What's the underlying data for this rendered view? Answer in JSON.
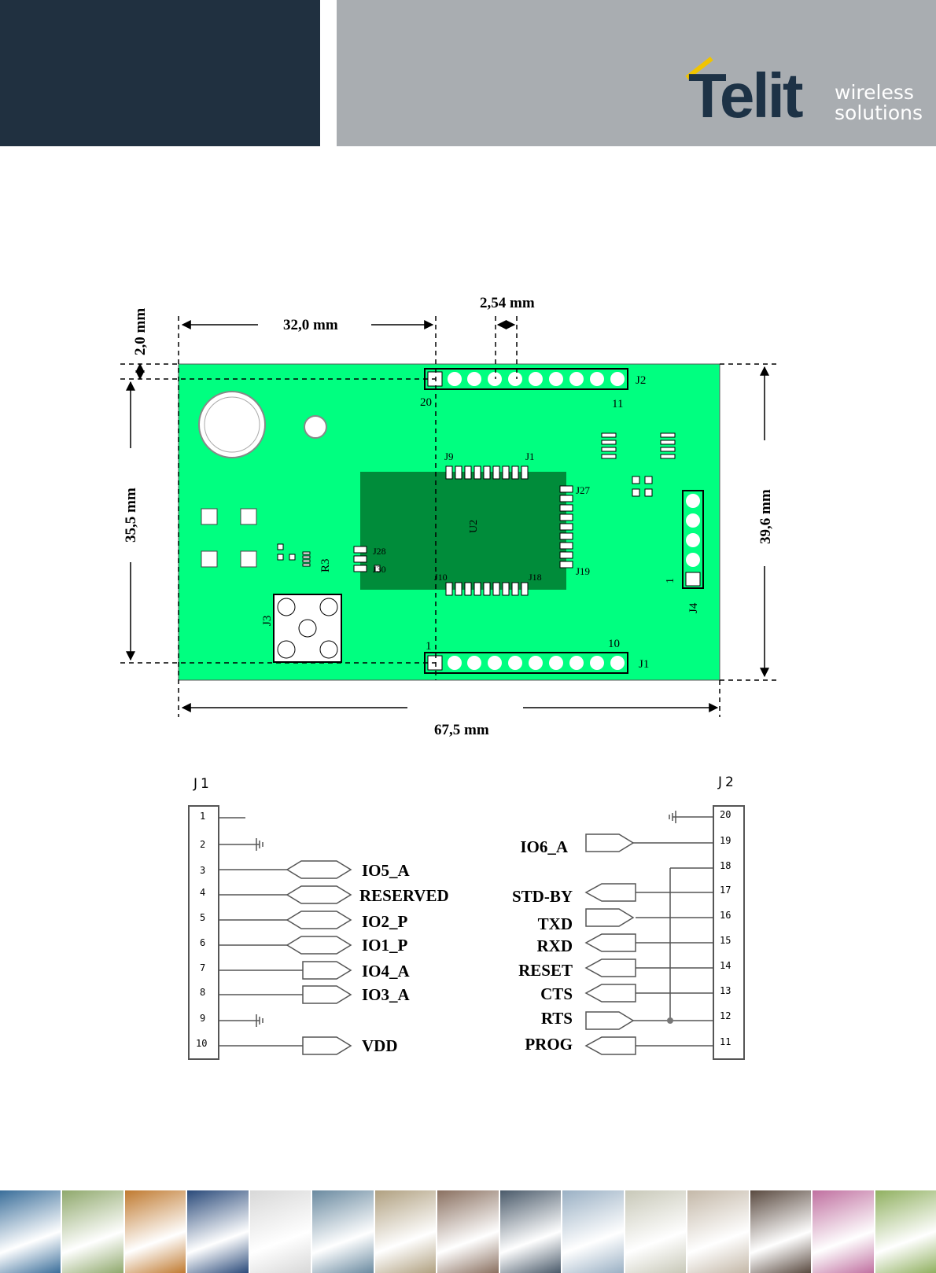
{
  "header": {
    "logo_word": "Telit",
    "logo_tagline_1": "wireless",
    "logo_tagline_2": "solutions",
    "colors": {
      "dark_block": "#203040",
      "grey_block": "#a9adb1",
      "logo_accent": "#f0c400"
    }
  },
  "board": {
    "colors": {
      "pcb": "#00ff80",
      "module": "#008c3a"
    },
    "dimensions": {
      "header_offset": "2,0 mm",
      "header_x": "32,0 mm",
      "pitch": "2,54 mm",
      "header_spacing": "35,5 mm",
      "height": "39,6 mm",
      "width": "67,5 mm"
    },
    "labels": {
      "j1": "J1",
      "j2": "J2",
      "j3": "J3",
      "j4": "J4",
      "r3": "R3",
      "pin_20": "20",
      "pin_11": "11",
      "pin_1": "1",
      "pin_10": "10",
      "j4_pin1": "1",
      "u2": "U2",
      "m_j9": "J9",
      "m_j1": "J1",
      "m_j27": "J27",
      "m_j19": "J19",
      "m_j28": "J28",
      "m_j30": "J30",
      "m_j10": "J10",
      "m_j18": "J18"
    }
  },
  "schematic": {
    "j1_title": "J1",
    "j2_title": "J2",
    "j1_pins": [
      {
        "pin": "1",
        "signal": ""
      },
      {
        "pin": "2",
        "signal": ""
      },
      {
        "pin": "3",
        "signal": "IO5_A"
      },
      {
        "pin": "4",
        "signal": "RESERVED"
      },
      {
        "pin": "5",
        "signal": "IO2_P"
      },
      {
        "pin": "6",
        "signal": "IO1_P"
      },
      {
        "pin": "7",
        "signal": "IO4_A"
      },
      {
        "pin": "8",
        "signal": "IO3_A"
      },
      {
        "pin": "9",
        "signal": ""
      },
      {
        "pin": "10",
        "signal": "VDD"
      }
    ],
    "j2_pins": [
      {
        "pin": "20",
        "signal": ""
      },
      {
        "pin": "19",
        "signal": "IO6_A"
      },
      {
        "pin": "18",
        "signal": ""
      },
      {
        "pin": "17",
        "signal": "STD-BY"
      },
      {
        "pin": "16",
        "signal": "TXD"
      },
      {
        "pin": "15",
        "signal": "RXD"
      },
      {
        "pin": "14",
        "signal": "RESET"
      },
      {
        "pin": "13",
        "signal": "CTS"
      },
      {
        "pin": "12",
        "signal": "RTS"
      },
      {
        "pin": "11",
        "signal": "PROG"
      }
    ]
  },
  "footer": {
    "tile_colors": [
      "#3a6e9a",
      "#8fa86c",
      "#c07a30",
      "#2a4a7a",
      "#d8d8d8",
      "#6a8aa0",
      "#b0a080",
      "#8a7060",
      "#4a5a6a",
      "#9ab0c4",
      "#c8c8b8",
      "#c4b8a8",
      "#5a4a40",
      "#c070a0",
      "#90b060"
    ]
  }
}
